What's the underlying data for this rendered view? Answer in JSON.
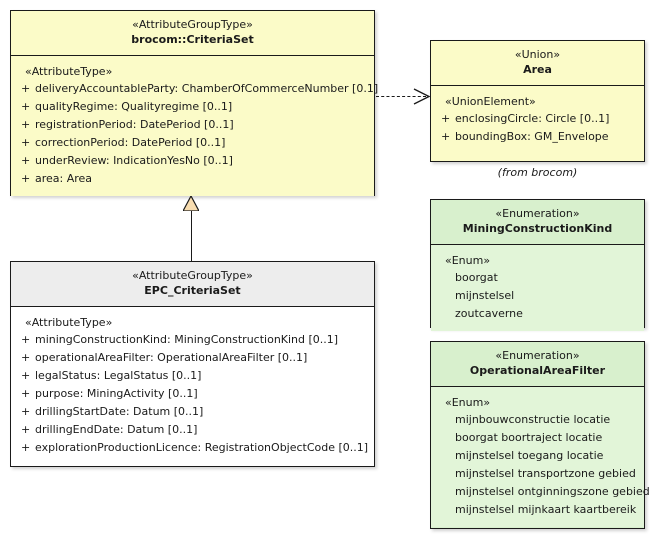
{
  "diagram": {
    "type": "uml-class-diagram",
    "background": "#ffffff",
    "colors": {
      "yellow_fill": "#fbfbc8",
      "green_header_fill": "#d8f0cd",
      "green_body_fill": "#e2f5d8",
      "grey_header_fill": "#ededed",
      "white_fill": "#ffffff",
      "border": "#1a1a1a",
      "triangle_fill": "#f8ddb0"
    },
    "caption": "(from brocom)"
  },
  "classes": {
    "criteriaset": {
      "stereotype": "«AttributeGroupType»",
      "name": "brocom::CriteriaSet",
      "compartment_stereotype": "«AttributeType»",
      "attributes": [
        {
          "visibility": "+",
          "text": "deliveryAccountableParty: ChamberOfCommerceNumber [0.1]"
        },
        {
          "visibility": "+",
          "text": "qualityRegime: Qualityregime [0..1]"
        },
        {
          "visibility": "+",
          "text": "registrationPeriod: DatePeriod [0..1]"
        },
        {
          "visibility": "+",
          "text": "correctionPeriod: DatePeriod [0..1]"
        },
        {
          "visibility": "+",
          "text": "underReview: IndicationYesNo [0..1]"
        },
        {
          "visibility": "+",
          "text": "area: Area"
        }
      ]
    },
    "epc_criteriaset": {
      "stereotype": "«AttributeGroupType»",
      "name": "EPC_CriteriaSet",
      "compartment_stereotype": "«AttributeType»",
      "attributes": [
        {
          "visibility": "+",
          "text": "miningConstructionKind: MiningConstructionKind [0..1]"
        },
        {
          "visibility": "+",
          "text": "operationalAreaFilter: OperationalAreaFilter [0..1]"
        },
        {
          "visibility": "+",
          "text": "legalStatus: LegalStatus [0..1]"
        },
        {
          "visibility": "+",
          "text": "purpose: MiningActivity [0..1]"
        },
        {
          "visibility": "+",
          "text": "drillingStartDate: Datum [0..1]"
        },
        {
          "visibility": "+",
          "text": "drillingEndDate: Datum [0..1]"
        },
        {
          "visibility": "+",
          "text": "explorationProductionLicence: RegistrationObjectCode [0..1]"
        }
      ]
    },
    "area": {
      "stereotype": "«Union»",
      "name": "Area",
      "compartment_stereotype": "«UnionElement»",
      "attributes": [
        {
          "visibility": "+",
          "text": "enclosingCircle: Circle [0..1]"
        },
        {
          "visibility": "+",
          "text": "boundingBox: GM_Envelope"
        }
      ]
    },
    "mining_construction_kind": {
      "stereotype": "«Enumeration»",
      "name": "MiningConstructionKind",
      "compartment_stereotype": "«Enum»",
      "literals": [
        "boorgat",
        "mijnstelsel",
        "zoutcaverne"
      ]
    },
    "operational_area_filter": {
      "stereotype": "«Enumeration»",
      "name": "OperationalAreaFilter",
      "compartment_stereotype": "«Enum»",
      "literals": [
        "mijnbouwconstructie locatie",
        "boorgat boortraject locatie",
        "mijnstelsel toegang locatie",
        "mijnstelsel transportzone gebied",
        "mijnstelsel ontginningszone gebied",
        "mijnstelsel mijnkaart kaartbereik"
      ]
    }
  },
  "connectors": {
    "generalization": {
      "kind": "generalization",
      "source": "EPC_CriteriaSet",
      "target": "brocom::CriteriaSet"
    },
    "dependency": {
      "kind": "dependency",
      "style": "dashed-open-arrow",
      "source": "brocom::CriteriaSet",
      "target": "Area"
    }
  }
}
